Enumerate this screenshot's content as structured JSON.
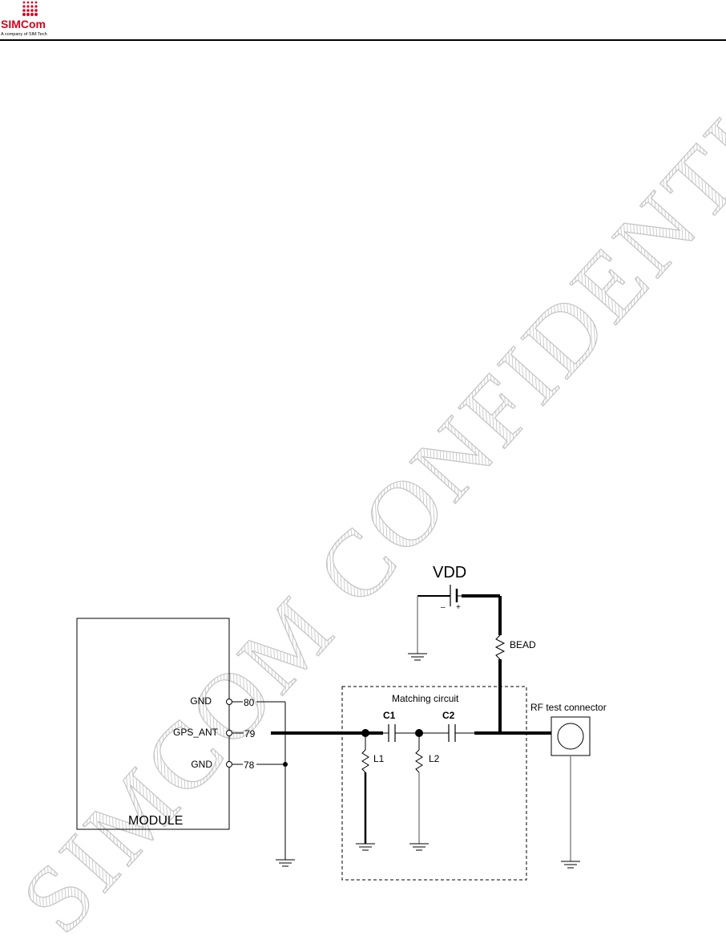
{
  "header": {
    "logo_text": "SIMCom",
    "logo_tagline": "A company of SIM Tech"
  },
  "watermark": {
    "text": "SIMCOM CONFIDENTIAL FILE"
  },
  "schematic": {
    "module_label": "MODULE",
    "pins": [
      {
        "name": "GND",
        "number": "80"
      },
      {
        "name": "GPS_ANT",
        "number": "79"
      },
      {
        "name": "GND",
        "number": "78"
      }
    ],
    "vdd_label": "VDD",
    "battery_minus": "–",
    "battery_plus": "+",
    "bead_label": "BEAD",
    "matching_circuit_label": "Matching circuit",
    "c1_label": "C1",
    "c2_label": "C2",
    "l1_label": "L1",
    "l2_label": "L2",
    "rf_connector_label": "RF test connector"
  }
}
